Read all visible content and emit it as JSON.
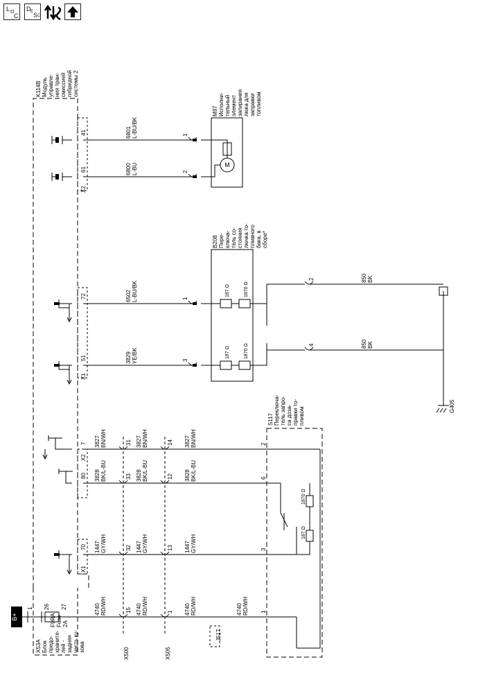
{
  "toolbar": {
    "loc_button": {
      "l": "L",
      "sub": "O",
      "c": "C"
    },
    "desc_button": {
      "d": "D",
      "sub1": "E",
      "s": "S",
      "sub2": "C"
    },
    "icons": [
      "loc-icon",
      "description-icon",
      "signal-flow-icon",
      "up-arrow-icon"
    ]
  },
  "battery_label": "B+",
  "modules": {
    "x53a": [
      "X53A",
      "Блок",
      "предо-",
      "храните-",
      "лей -",
      "задняя",
      "часть ку-",
      "зова"
    ],
    "k114b": [
      "K114B",
      "Модуль",
      "управле-",
      "ния тран-",
      "смиссией",
      "гибридной",
      "системы 2"
    ],
    "m97": [
      "M97",
      "Исполни-",
      "тельный",
      "элемент",
      "запирания",
      "люка для",
      "заправки",
      "топливом"
    ],
    "b208": [
      "B208",
      "Пере-",
      "ключа-",
      "тель со-",
      "стояния",
      "лючка то-",
      "пливного",
      "бака, в",
      "сборе*"
    ],
    "s117": [
      "S117",
      "Переключа-",
      "тель запро-",
      "са доза-",
      "правки то-",
      "пливом"
    ]
  },
  "fuse": {
    "line1": "F9RA",
    "line2": "Fuse",
    "line3": "2A",
    "pin_in": "26",
    "pin_out": "27",
    "pin_top": "1"
  },
  "connectors": {
    "x500": "X500",
    "x505": "X505",
    "x1": "X1",
    "x2": "X2",
    "j517": "J517",
    "g405": "G405"
  },
  "module_pins": {
    "k_41": "41",
    "k_61": "61",
    "k_72": "72",
    "k_51": "51",
    "k_7": "7",
    "k_80": "80",
    "k_70": "70"
  },
  "wires": {
    "w6801": {
      "circuit": "6801",
      "color": "L-BU/BK"
    },
    "w6800": {
      "circuit": "6800",
      "color": "L-BU"
    },
    "w6502": {
      "circuit": "6502",
      "color": "L-BU/BK"
    },
    "w3829": {
      "circuit": "3829",
      "color": "YE/BK"
    },
    "w3827": {
      "circuit": "3827",
      "color": "BN/WH"
    },
    "w3828": {
      "circuit": "3828",
      "color": "BK/L-BU"
    },
    "w1447": {
      "circuit": "1447",
      "color": "GY/WH"
    },
    "w4740": {
      "circuit": "4740",
      "color": "RD/WH"
    },
    "w850": {
      "circuit": "850",
      "color": "BK"
    }
  },
  "pins": {
    "m97_1": "1",
    "m97_2": "2",
    "b208_1": "1",
    "b208_3": "3",
    "b208_2": "2",
    "b208_4": "4",
    "x500_31": "31",
    "x500_33": "33",
    "x500_32": "32",
    "x500_15": "15",
    "x505_14": "14",
    "x505_12": "12",
    "x505_13": "13",
    "x505_1": "1",
    "s117_2": "2",
    "s117_6": "6",
    "s117_3": "3",
    "s117_1": "1"
  },
  "resistors": {
    "r187": "187 Ω",
    "r1870": "1870 Ω"
  },
  "motor_letter": "M"
}
